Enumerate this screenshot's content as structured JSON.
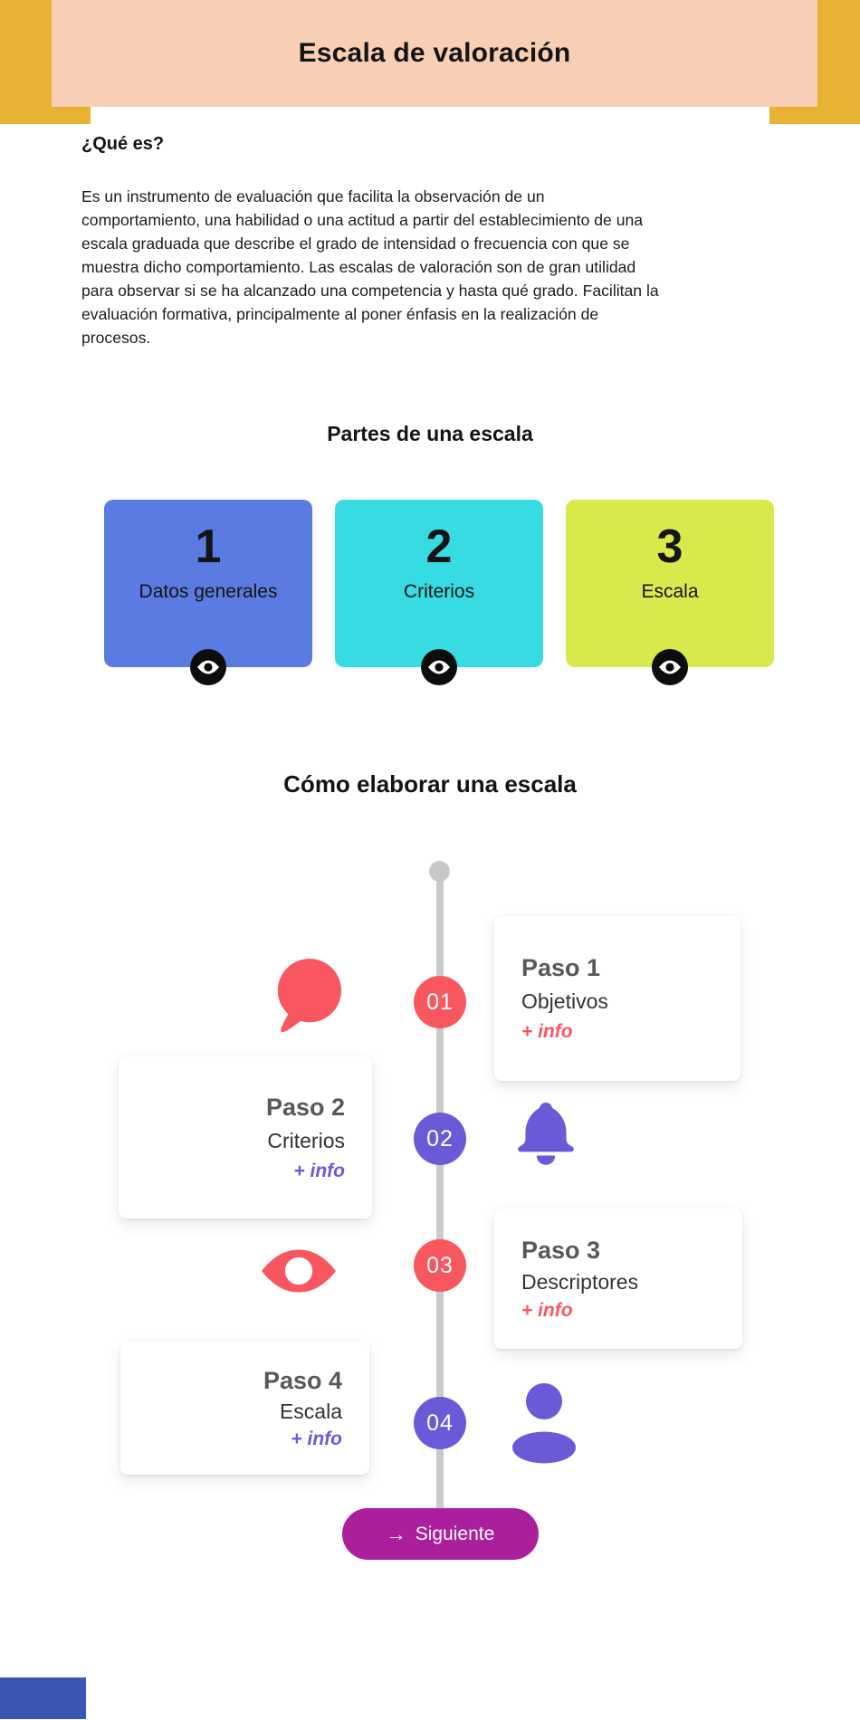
{
  "header": {
    "title": "Escala de valoración",
    "banner_color": "#f8ceb5",
    "corner_accent_color": "#e9b233"
  },
  "intro": {
    "heading": "¿Qué es?",
    "body": "Es un instrumento de evaluación que facilita la observación de un comportamiento, una habilidad o una actitud a partir del establecimiento de una escala graduada que describe el grado de intensidad o frecuencia con que se muestra dicho comportamiento. Las escalas de valoración son de gran utilidad para observar si se ha alcanzado una competencia y hasta qué grado. Facilitan la evaluación formativa, principalmente al poner énfasis en la realización de procesos."
  },
  "partes": {
    "heading": "Partes de una escala",
    "cards": [
      {
        "number": "1",
        "label": "Datos generales",
        "color": "#5a7be2",
        "icon": "eye-reveal-icon"
      },
      {
        "number": "2",
        "label": "Criterios",
        "color": "#36dce2",
        "icon": "eye-reveal-icon"
      },
      {
        "number": "3",
        "label": "Escala",
        "color": "#d9e94b",
        "icon": "eye-reveal-icon"
      }
    ]
  },
  "como": {
    "heading": "Cómo elaborar una escala",
    "timeline_color": "#cacaca",
    "steps": [
      {
        "number": "01",
        "title": "Paso 1",
        "subtitle": "Objetivos",
        "link": "+ info",
        "side": "right",
        "accent": "#f8575f",
        "icon": "speech-bubble-icon"
      },
      {
        "number": "02",
        "title": "Paso 2",
        "subtitle": "Criterios",
        "link": "+ info",
        "side": "left",
        "accent": "#6a5ad8",
        "icon": "bell-icon"
      },
      {
        "number": "03",
        "title": "Paso 3",
        "subtitle": "Descriptores",
        "link": "+ info",
        "side": "right",
        "accent": "#f8575f",
        "icon": "eye-icon"
      },
      {
        "number": "04",
        "title": "Paso 4",
        "subtitle": "Escala",
        "link": "+ info",
        "side": "left",
        "accent": "#6a5ad8",
        "icon": "person-icon"
      }
    ],
    "next_button": {
      "arrow": "→",
      "label": "Siguiente",
      "color": "#ab1f9d"
    }
  },
  "footer": {
    "corner_accent_color": "#3b55b4"
  }
}
